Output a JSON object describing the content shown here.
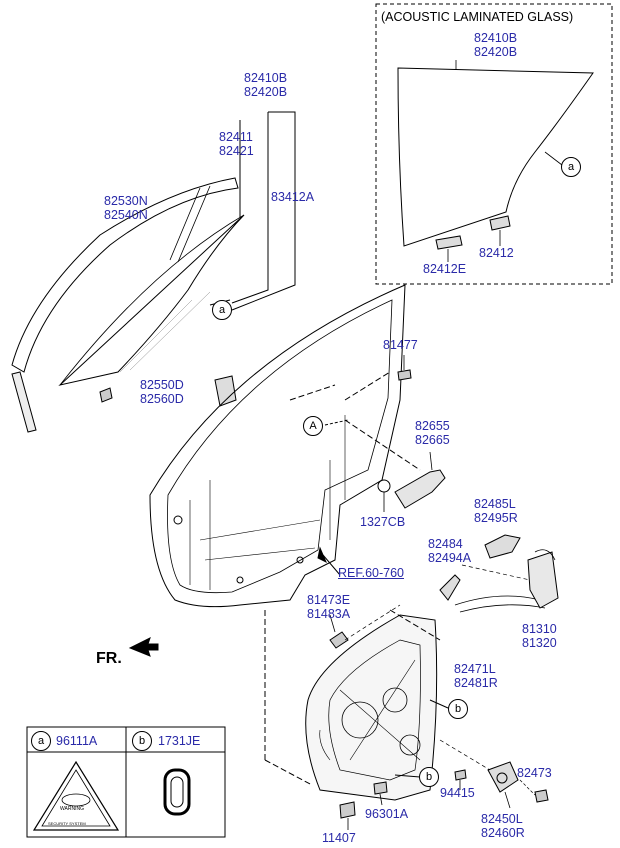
{
  "acoustic_box": {
    "title": "(ACOUSTIC LAMINATED GLASS)",
    "part_glass_a": "82410B",
    "part_glass_b": "82420B",
    "part_left_clip": "82412E",
    "part_right_clip": "82412",
    "callout": "a"
  },
  "main": {
    "p_82410B": "82410B",
    "p_82420B": "82420B",
    "p_82411": "82411",
    "p_82421": "82421",
    "p_83412A": "83412A",
    "p_82530N": "82530N",
    "p_82540N": "82540N",
    "p_82550D": "82550D",
    "p_82560D": "82560D",
    "p_81477": "81477",
    "p_82655": "82655",
    "p_82665": "82665",
    "p_1327CB": "1327CB",
    "p_82485L": "82485L",
    "p_82495R": "82495R",
    "p_82484": "82484",
    "p_82494A": "82494A",
    "p_81310": "81310",
    "p_81320": "81320",
    "p_81473E": "81473E",
    "p_81483A": "81483A",
    "p_82471L": "82471L",
    "p_82481R": "82481R",
    "p_82473": "82473",
    "p_94415": "94415",
    "p_96301A": "96301A",
    "p_11407": "11407",
    "p_82450L": "82450L",
    "p_82460R": "82460R",
    "ref": "REF.60-760",
    "front": "FR.",
    "callout_a": "a",
    "callout_b": "b",
    "callout_A": "A"
  },
  "legend": {
    "a_letter": "a",
    "a_part": "96111A",
    "b_letter": "b",
    "b_part": "1731JE",
    "warning_text": "WARNING",
    "security_text": "SECURITY SYSTEM"
  }
}
